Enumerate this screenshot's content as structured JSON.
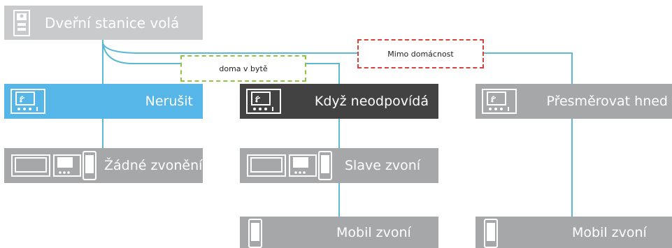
{
  "colors": {
    "line": "#5cb8d6",
    "gray_box": "#a6a7a9",
    "source_box": "#c9cacb",
    "blue_box": "#56b6e8",
    "dark_box": "#424242",
    "green_dash": "#8dc63f",
    "red_dash": "#d7443e"
  },
  "source": {
    "label": "Dveřní stanice volá",
    "icon": "door-station-icon"
  },
  "conditions": {
    "home": "doma v bytě",
    "away": "Mimo domácnost"
  },
  "modes": [
    {
      "label": "Nerušit",
      "icon": "monitor-icon",
      "style": "blue"
    },
    {
      "label": "Když neodpovídá",
      "icon": "monitor-icon",
      "style": "dark"
    },
    {
      "label": "Přesměrovat hned",
      "icon": "monitor-icon",
      "style": "gray"
    }
  ],
  "results": [
    {
      "label": "Žádné zvonění",
      "icons": [
        "screen-icon",
        "monitor-icon",
        "phone-icon"
      ]
    },
    {
      "label": "Slave zvoní",
      "icons": [
        "screen-icon",
        "monitor-icon",
        "phone-icon"
      ]
    },
    {
      "label": "Mobil zvoní",
      "icons": [
        "mobile-icon"
      ]
    },
    {
      "label": "Mobil zvoní",
      "icons": [
        "mobile-icon"
      ]
    }
  ]
}
